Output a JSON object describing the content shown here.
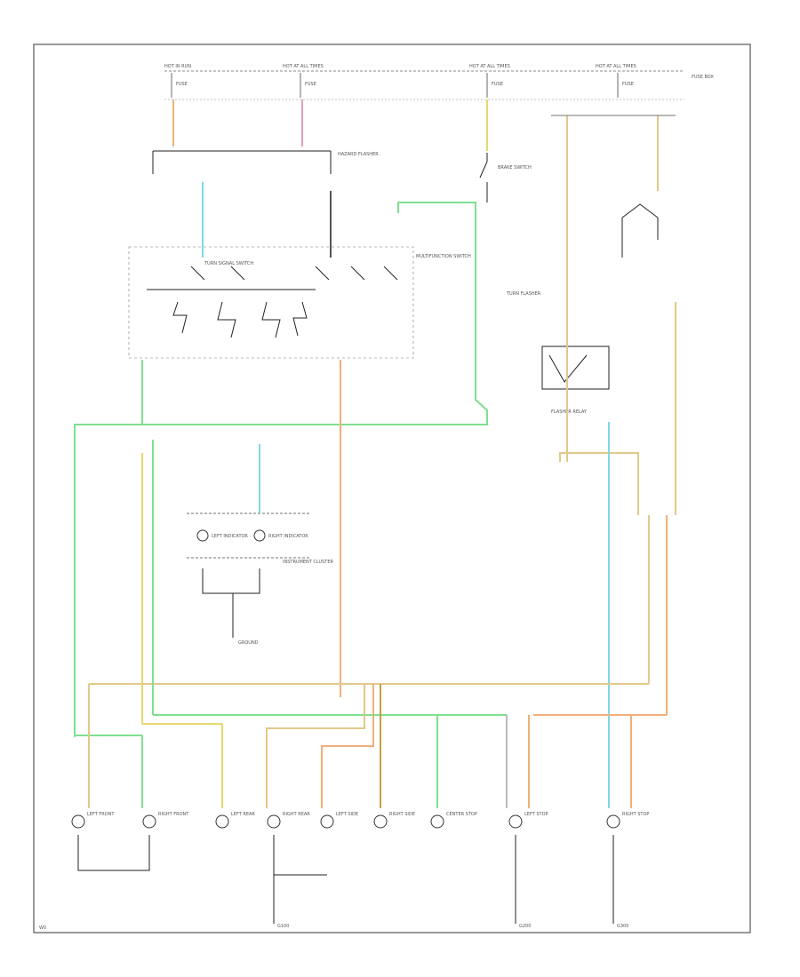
{
  "power_bus": {
    "labels": [
      "HOT IN RUN",
      "HOT AT ALL TIMES",
      "HOT AT ALL TIMES",
      "HOT AT ALL TIMES"
    ],
    "right_label": "FUSE BOX",
    "fuses": [
      "FUSE",
      "FUSE",
      "FUSE",
      "FUSE"
    ]
  },
  "components": {
    "turn_signal_switch": "TURN SIGNAL SWITCH",
    "multifunction_switch": "MULTIFUNCTION SWITCH",
    "brake_switch": "BRAKE SWITCH",
    "hazard_flasher": "HAZARD FLASHER",
    "turn_flasher": "TURN FLASHER",
    "flasher_relay": "FLASHER RELAY",
    "left_indicator": "LEFT INDICATOR",
    "right_indicator": "RIGHT INDICATOR",
    "instrument_cluster": "INSTRUMENT CLUSTER",
    "ground_note": "GROUND",
    "lamps": [
      "LEFT FRONT",
      "RIGHT FRONT",
      "LEFT REAR",
      "RIGHT REAR",
      "LEFT SIDE",
      "RIGHT SIDE",
      "CENTER STOP",
      "LEFT STOP",
      "RIGHT STOP"
    ],
    "ground_labels": [
      "G100",
      "G200",
      "G300"
    ],
    "figure_id": "W0"
  },
  "colors": {
    "green": "#7fe08f",
    "tan": "#e2c98a",
    "orange": "#f0b07a",
    "pink": "#e8a0b4",
    "cyan": "#7fd8e6",
    "yellow": "#e6d86e",
    "frame": "#333333"
  }
}
